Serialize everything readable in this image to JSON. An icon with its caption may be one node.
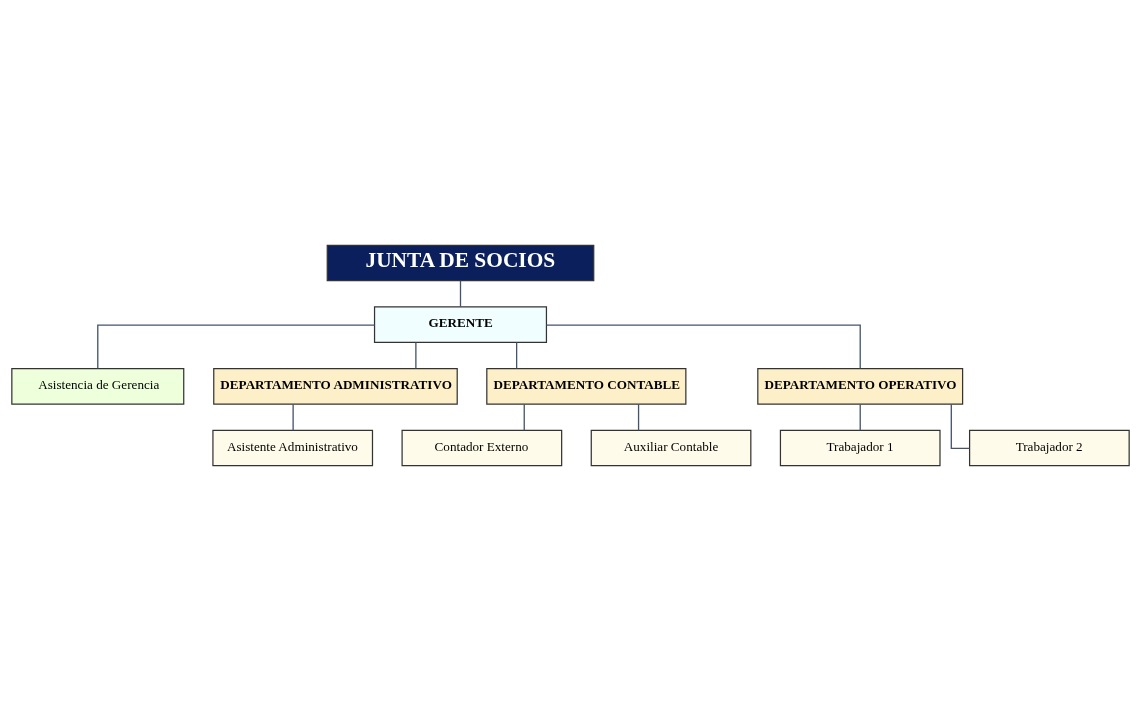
{
  "diagram": {
    "nodes": [
      {
        "text": [
          "JUNTA DE SOCIOS"
        ]
      },
      {
        "text": [
          "GERENTE"
        ]
      },
      {
        "text": [
          "Asistencia de Gerencia"
        ]
      },
      {
        "text": [
          "DEPARTAMENTO ADMINISTRATIVO"
        ]
      },
      {
        "text": [
          "DEPARTAMENTO CONTABLE"
        ]
      },
      {
        "text": [
          "DEPARTAMENTO OPERATIVO"
        ]
      },
      {
        "text": [
          "Asistente Administrativo"
        ]
      },
      {
        "text": [
          "Contador Externo"
        ]
      },
      {
        "text": [
          "Auxiliar Contable"
        ]
      },
      {
        "text": [
          "Trabajador 1"
        ]
      },
      {
        "text": [
          "Trabajador 2"
        ]
      }
    ],
    "edges": [
      {
        "from": 0,
        "to": 1,
        "arrow": "none"
      },
      {
        "from": 1,
        "to": 2,
        "arrow": "none"
      },
      {
        "from": 1,
        "to": 3,
        "arrow": "none"
      },
      {
        "from": 1,
        "to": 4,
        "arrow": "none"
      },
      {
        "from": 1,
        "to": 5,
        "arrow": "none"
      },
      {
        "from": 3,
        "to": 6,
        "arrow": "none"
      },
      {
        "from": 4,
        "to": 7,
        "arrow": "none"
      },
      {
        "from": 4,
        "to": 8,
        "arrow": "none"
      },
      {
        "from": 5,
        "to": 9,
        "arrow": "none"
      },
      {
        "from": 5,
        "to": 10,
        "arrow": "none"
      }
    ]
  }
}
